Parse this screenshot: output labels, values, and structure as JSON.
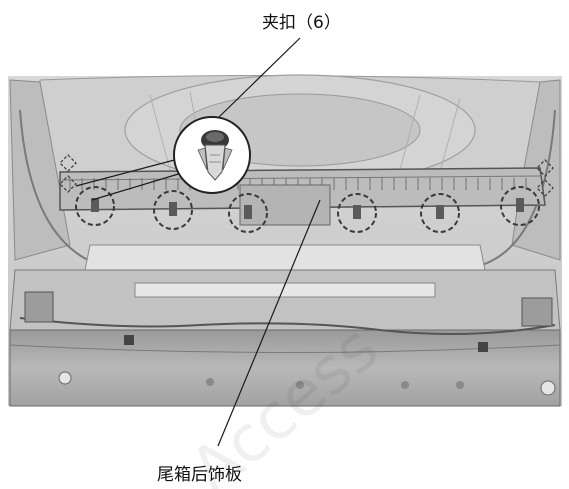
{
  "callouts": {
    "clip": "夹扣（6）",
    "panel": "尾箱后饰板"
  },
  "watermark_text": "Access",
  "colors": {
    "line": "#1a1a1a",
    "dashed_circle": "#3a3a3a",
    "body_gray": "#c8c8c8",
    "dark_gray": "#8e8e8e",
    "background": "#ffffff"
  },
  "clip_count": 6
}
